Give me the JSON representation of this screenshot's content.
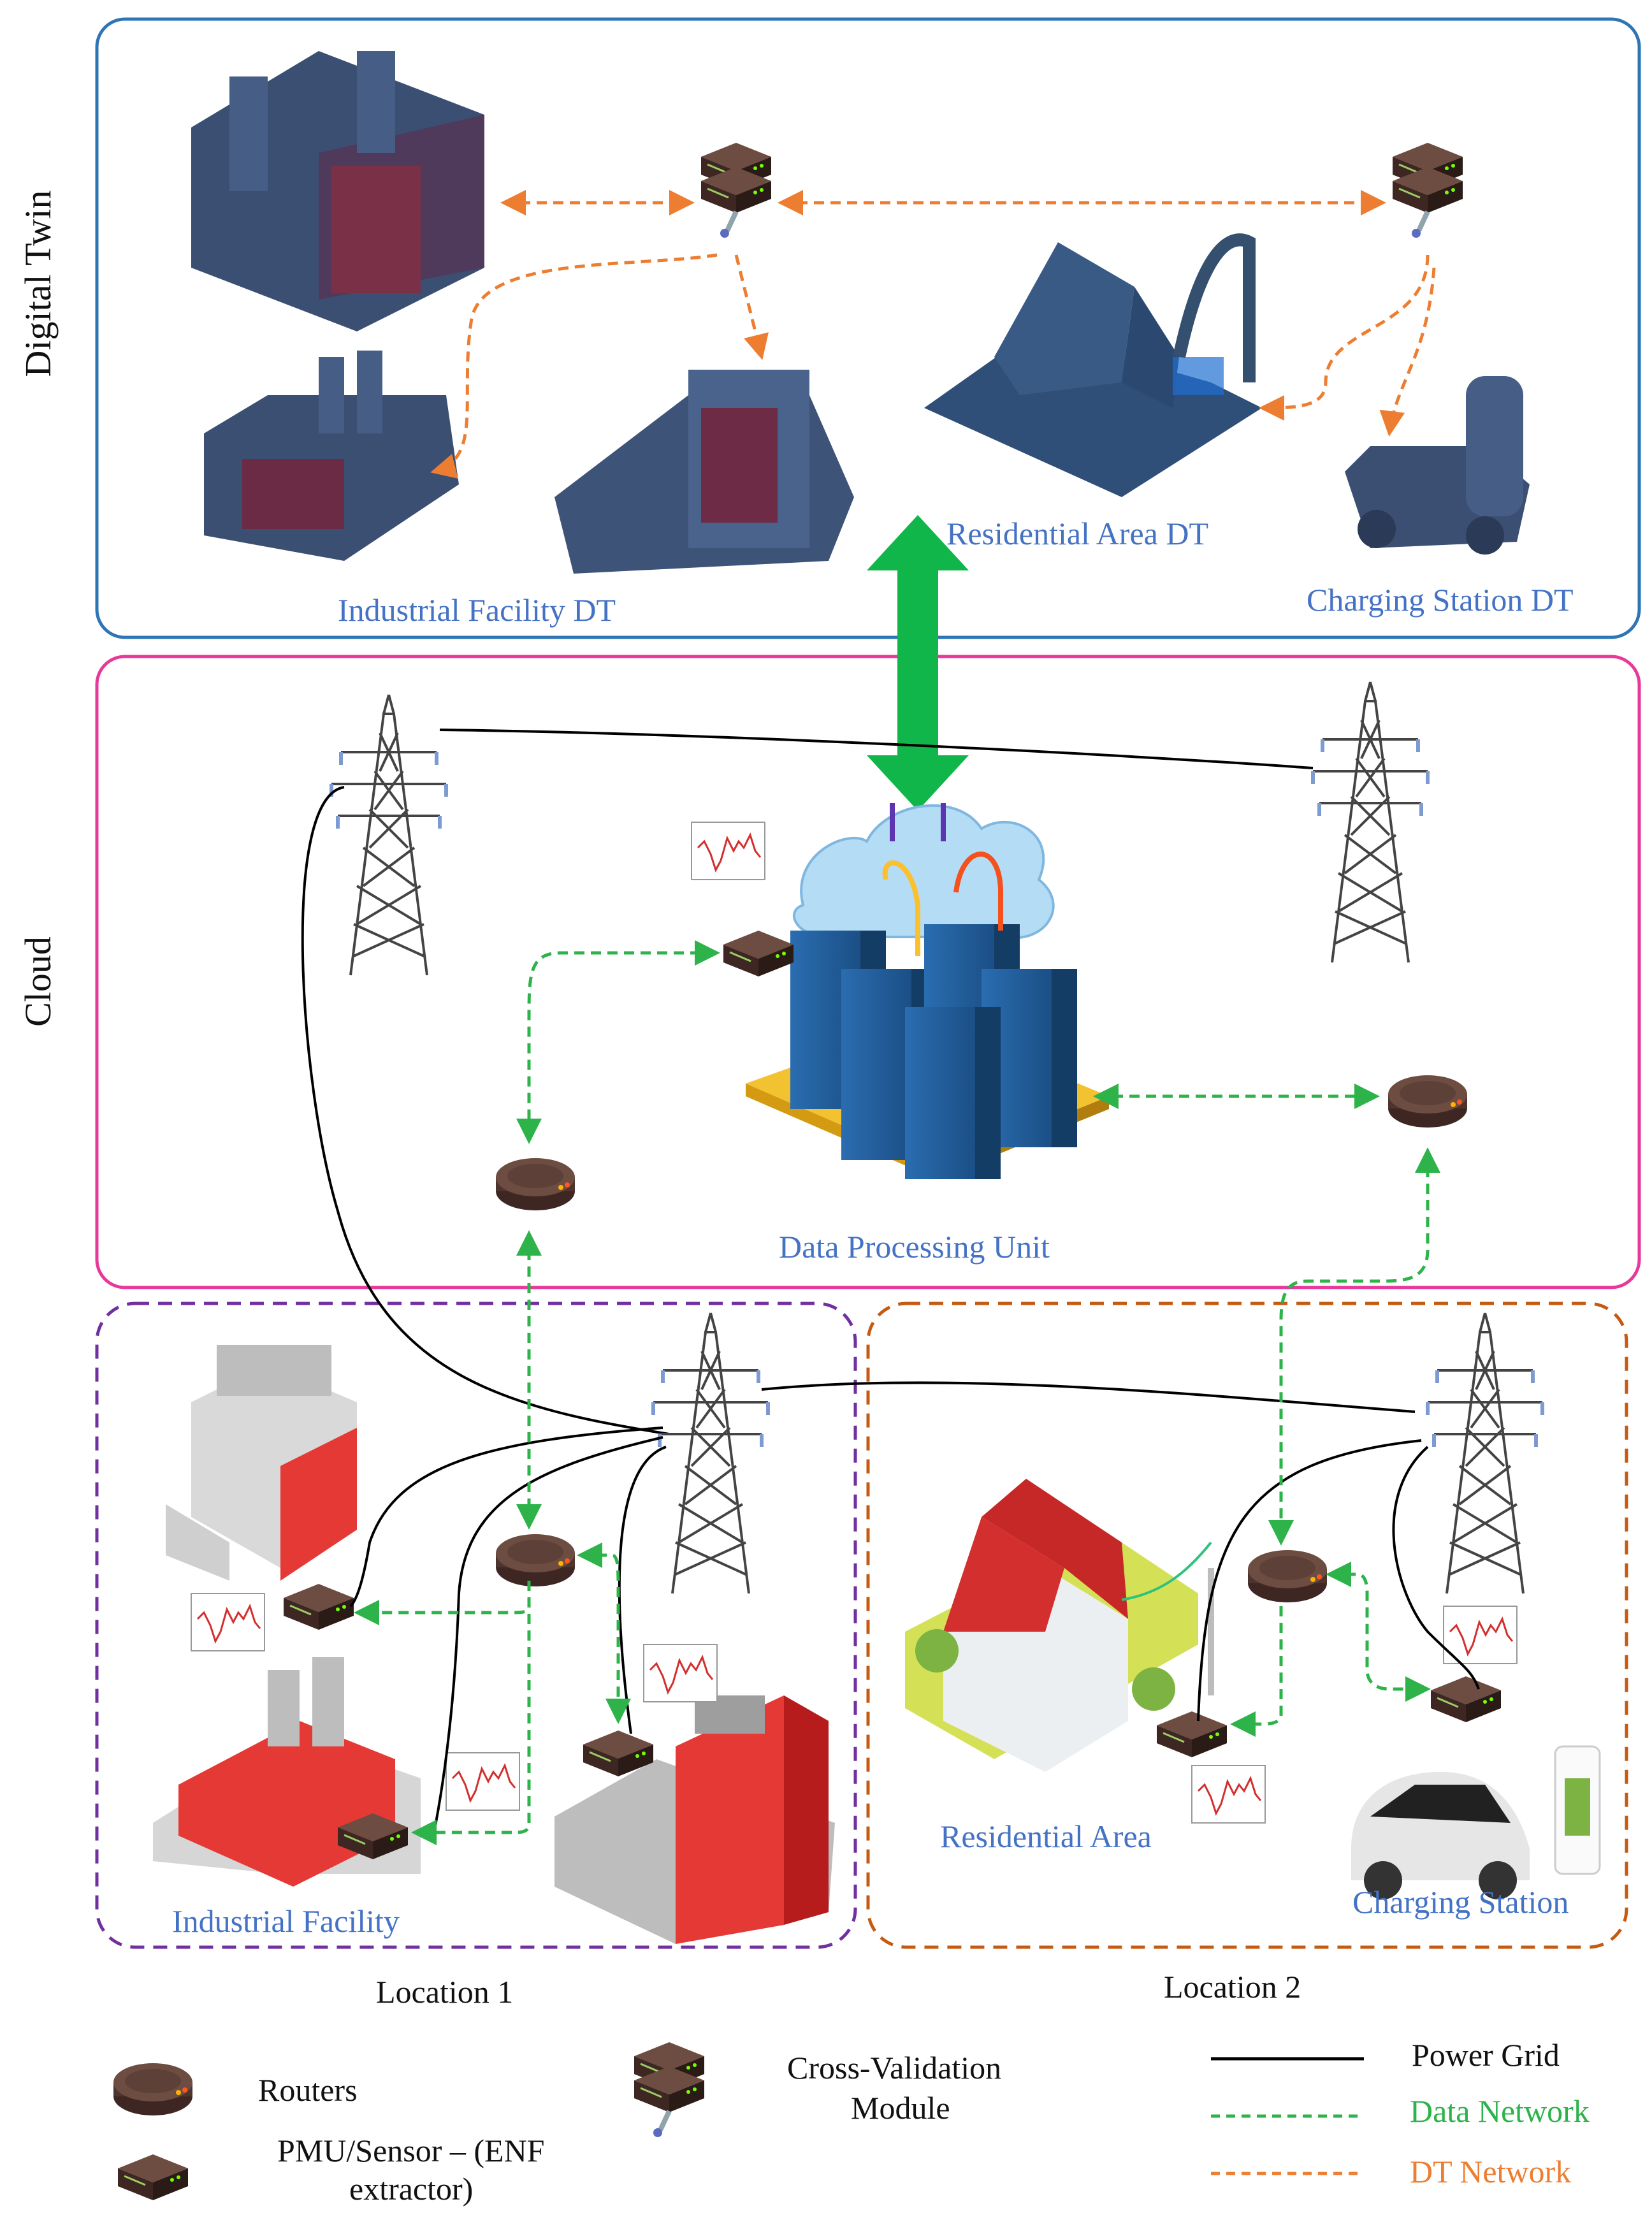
{
  "sections": {
    "digital_twin": "Digital Twin",
    "cloud": "Cloud"
  },
  "digital_twin_labels": {
    "industrial": "Industrial Facility DT",
    "residential": "Residential Area DT",
    "charging": "Charging Station DT"
  },
  "cloud_labels": {
    "data_processing": "Data Processing Unit"
  },
  "location_labels": {
    "industrial": "Industrial Facility",
    "residential": "Residential Area",
    "charging": "Charging Station",
    "location1": "Location 1",
    "location2": "Location 2"
  },
  "legend": {
    "routers": "Routers",
    "pmu_line1": "PMU/Sensor – (ENF",
    "pmu_line2": "extractor)",
    "cv_line1": "Cross-Validation",
    "cv_line2": "Module",
    "power_grid": "Power Grid",
    "data_network": "Data Network",
    "dt_network": "DT Network"
  },
  "colors": {
    "digital_twin_border": "#2e75b6",
    "cloud_border": "#e6399b",
    "location1_border": "#7030a0",
    "location2_border": "#c55a11",
    "data_network": "#2db34a",
    "dt_network": "#ed7d31",
    "power_grid": "#000000",
    "label_blue": "#4472c4",
    "big_arrow": "#11b64a"
  },
  "icons": [
    "router-icon",
    "pmu-sensor-icon",
    "cross-validation-module-icon",
    "transmission-tower-icon",
    "cloud-server-icon",
    "house-icon",
    "factory-icon",
    "ev-charger-icon",
    "enf-plot-icon"
  ]
}
